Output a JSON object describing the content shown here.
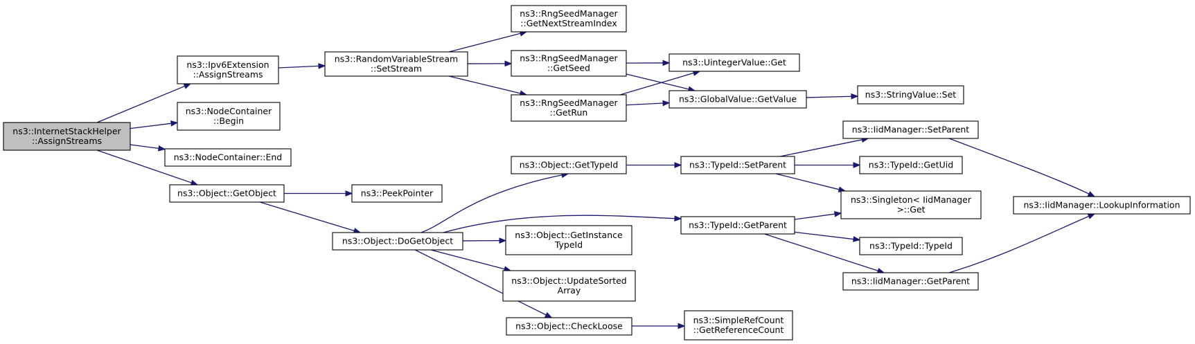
{
  "colors": {
    "edge": "#191970",
    "node_border": "#000000",
    "node_fill": "#ffffff",
    "root_fill": "#bfbfbf"
  },
  "nodes": [
    {
      "id": "n0",
      "lines": [
        "ns3::InternetStackHelper",
        "::AssignStreams"
      ],
      "root": true
    },
    {
      "id": "n1",
      "lines": [
        "ns3::Ipv6Extension",
        "::AssignStreams"
      ]
    },
    {
      "id": "n2",
      "lines": [
        "ns3::NodeContainer",
        "::Begin"
      ]
    },
    {
      "id": "n3",
      "lines": [
        "ns3::NodeContainer::End"
      ]
    },
    {
      "id": "n4",
      "lines": [
        "ns3::Object::GetObject"
      ]
    },
    {
      "id": "n5",
      "lines": [
        "ns3::RandomVariableStream",
        "::SetStream"
      ]
    },
    {
      "id": "n6",
      "lines": [
        "ns3::PeekPointer"
      ]
    },
    {
      "id": "n7",
      "lines": [
        "ns3::Object::DoGetObject"
      ]
    },
    {
      "id": "n8",
      "lines": [
        "ns3::RngSeedManager",
        "::GetNextStreamIndex"
      ]
    },
    {
      "id": "n9",
      "lines": [
        "ns3::RngSeedManager",
        "::GetSeed"
      ]
    },
    {
      "id": "n10",
      "lines": [
        "ns3::RngSeedManager",
        "::GetRun"
      ]
    },
    {
      "id": "n11",
      "lines": [
        "ns3::Object::GetTypeId"
      ]
    },
    {
      "id": "n12",
      "lines": [
        "ns3::Object::GetInstance",
        "TypeId"
      ]
    },
    {
      "id": "n13",
      "lines": [
        "ns3::Object::UpdateSorted",
        "Array"
      ]
    },
    {
      "id": "n14",
      "lines": [
        "ns3::Object::CheckLoose"
      ]
    },
    {
      "id": "n15",
      "lines": [
        "ns3::UintegerValue::Get"
      ]
    },
    {
      "id": "n16",
      "lines": [
        "ns3::GlobalValue::GetValue"
      ]
    },
    {
      "id": "n17",
      "lines": [
        "ns3::TypeId::SetParent"
      ]
    },
    {
      "id": "n18",
      "lines": [
        "ns3::TypeId::GetParent"
      ]
    },
    {
      "id": "n19",
      "lines": [
        "ns3::SimpleRefCount",
        "::GetReferenceCount"
      ]
    },
    {
      "id": "n20",
      "lines": [
        "ns3::StringValue::Set"
      ]
    },
    {
      "id": "n21",
      "lines": [
        "ns3::IidManager::SetParent"
      ]
    },
    {
      "id": "n22",
      "lines": [
        "ns3::TypeId::GetUid"
      ]
    },
    {
      "id": "n23",
      "lines": [
        "ns3::Singleton< IidManager",
        " >::Get"
      ]
    },
    {
      "id": "n24",
      "lines": [
        "ns3::TypeId::TypeId"
      ]
    },
    {
      "id": "n25",
      "lines": [
        "ns3::IidManager::GetParent"
      ]
    },
    {
      "id": "n26",
      "lines": [
        "ns3::IidManager::LookupInformation"
      ]
    }
  ],
  "edges": [
    [
      "n0",
      "n1"
    ],
    [
      "n0",
      "n2"
    ],
    [
      "n0",
      "n3"
    ],
    [
      "n0",
      "n4"
    ],
    [
      "n1",
      "n5"
    ],
    [
      "n4",
      "n6"
    ],
    [
      "n4",
      "n7"
    ],
    [
      "n5",
      "n8"
    ],
    [
      "n5",
      "n9"
    ],
    [
      "n5",
      "n10"
    ],
    [
      "n9",
      "n15"
    ],
    [
      "n9",
      "n16"
    ],
    [
      "n10",
      "n15"
    ],
    [
      "n10",
      "n16"
    ],
    [
      "n16",
      "n20"
    ],
    [
      "n7",
      "n11"
    ],
    [
      "n7",
      "n18"
    ],
    [
      "n7",
      "n12"
    ],
    [
      "n7",
      "n13"
    ],
    [
      "n7",
      "n14"
    ],
    [
      "n11",
      "n17"
    ],
    [
      "n17",
      "n21"
    ],
    [
      "n17",
      "n22"
    ],
    [
      "n17",
      "n23"
    ],
    [
      "n18",
      "n23"
    ],
    [
      "n18",
      "n24"
    ],
    [
      "n18",
      "n25"
    ],
    [
      "n21",
      "n26"
    ],
    [
      "n25",
      "n26"
    ],
    [
      "n14",
      "n19"
    ]
  ]
}
